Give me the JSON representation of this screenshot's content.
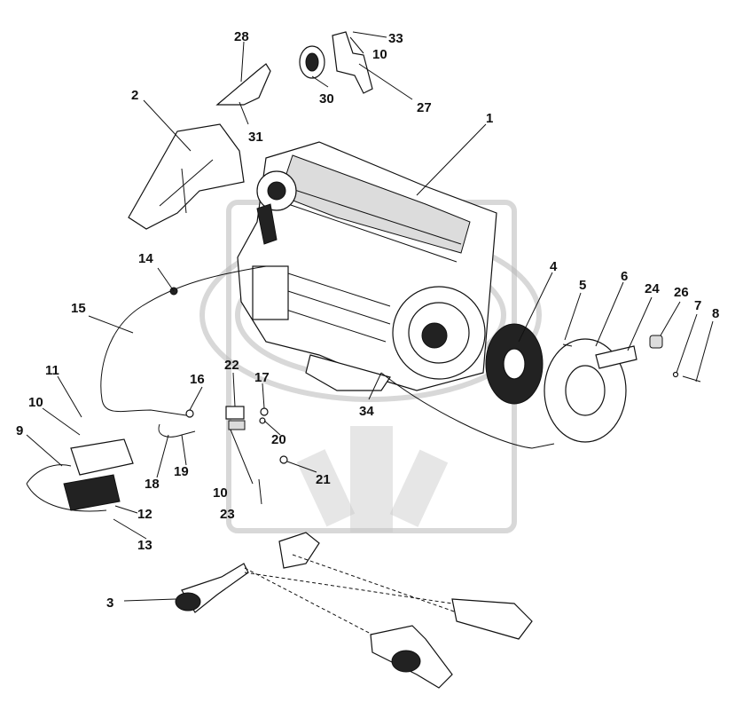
{
  "diagram": {
    "callouts": [
      {
        "id": "c28",
        "label": "28"
      },
      {
        "id": "c33",
        "label": "33"
      },
      {
        "id": "c10a",
        "label": "10"
      },
      {
        "id": "c30",
        "label": "30"
      },
      {
        "id": "c27",
        "label": "27"
      },
      {
        "id": "c2",
        "label": "2"
      },
      {
        "id": "c31",
        "label": "31"
      },
      {
        "id": "c1",
        "label": "1"
      },
      {
        "id": "c14",
        "label": "14"
      },
      {
        "id": "c4",
        "label": "4"
      },
      {
        "id": "c5",
        "label": "5"
      },
      {
        "id": "c6",
        "label": "6"
      },
      {
        "id": "c24",
        "label": "24"
      },
      {
        "id": "c26",
        "label": "26"
      },
      {
        "id": "c7",
        "label": "7"
      },
      {
        "id": "c8",
        "label": "8"
      },
      {
        "id": "c15",
        "label": "15"
      },
      {
        "id": "c11",
        "label": "11"
      },
      {
        "id": "c22",
        "label": "22"
      },
      {
        "id": "c16",
        "label": "16"
      },
      {
        "id": "c17",
        "label": "17"
      },
      {
        "id": "c34",
        "label": "34"
      },
      {
        "id": "c10b",
        "label": "10"
      },
      {
        "id": "c9",
        "label": "9"
      },
      {
        "id": "c20",
        "label": "20"
      },
      {
        "id": "c19",
        "label": "19"
      },
      {
        "id": "c18",
        "label": "18"
      },
      {
        "id": "c21",
        "label": "21"
      },
      {
        "id": "c10c",
        "label": "10"
      },
      {
        "id": "c12",
        "label": "12"
      },
      {
        "id": "c23",
        "label": "23"
      },
      {
        "id": "c13",
        "label": "13"
      },
      {
        "id": "c3",
        "label": "3"
      }
    ]
  }
}
